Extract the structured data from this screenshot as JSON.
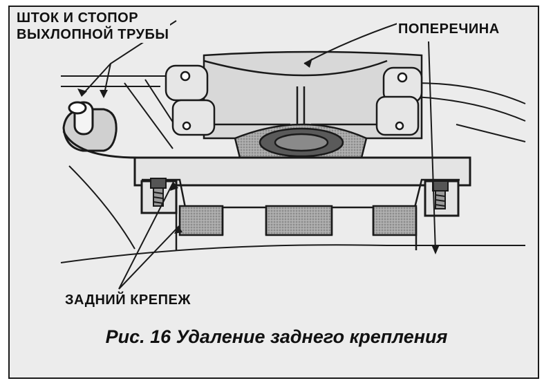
{
  "labels": {
    "rod_line1": "ШТОК И СТОПОР",
    "rod_line2": "ВЫХЛОПНОЙ ТРУБЫ",
    "crossmember": "ПОПЕРЕЧИНА",
    "rear_mount": "ЗАДНИЙ КРЕПЕЖ"
  },
  "caption": "Рис. 16 Удаление заднего крепления",
  "colors": {
    "ink": "#1a1a1a",
    "paper": "#ececec",
    "shade": "#9a9a9a"
  }
}
